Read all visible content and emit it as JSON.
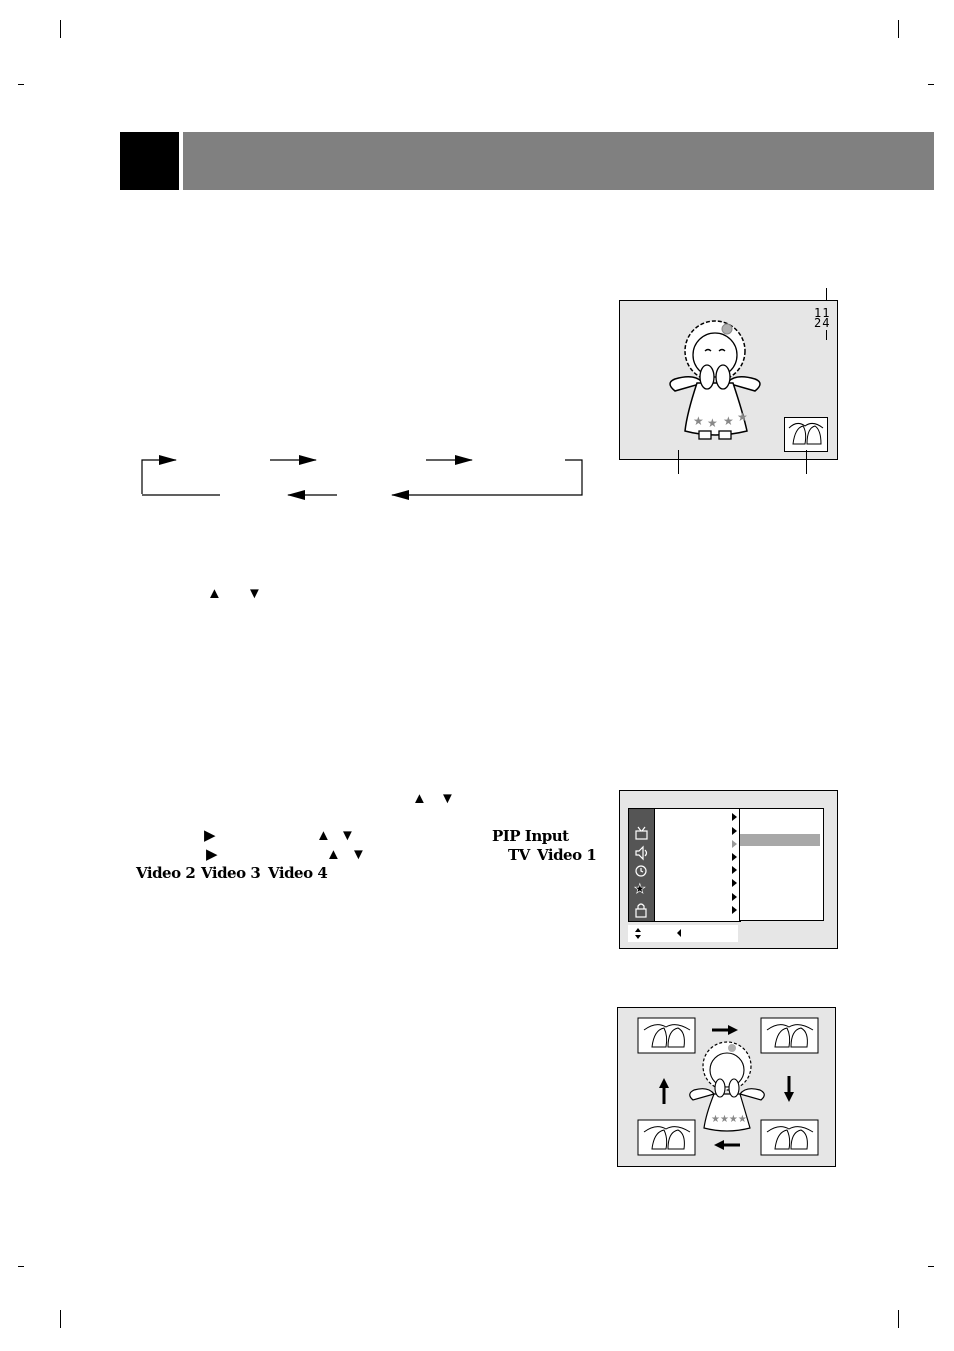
{
  "page": {
    "section_header": {
      "number": "",
      "title": ""
    }
  },
  "figure_pip_screen": {
    "channel_top": "11",
    "channel_bottom": "24"
  },
  "instructions": {
    "arrow_up": "▲",
    "arrow_down": "▼",
    "arrow_right": "▶",
    "pip_input_label": "PIP Input",
    "tv_label": "TV",
    "video1_label": "Video 1",
    "video2_label": "Video 2",
    "video3_label": "Video 3",
    "video4_label": "Video 4"
  },
  "osd_menu": {
    "icons": [
      "tv-icon",
      "speaker-icon",
      "clock-icon",
      "star-icon",
      "lock-icon"
    ],
    "accent_highlight": "#a8a8a8"
  },
  "figure_pip_positions": {
    "corners": [
      "top-left",
      "top-right",
      "bottom-right",
      "bottom-left"
    ],
    "cycle": "clockwise"
  }
}
